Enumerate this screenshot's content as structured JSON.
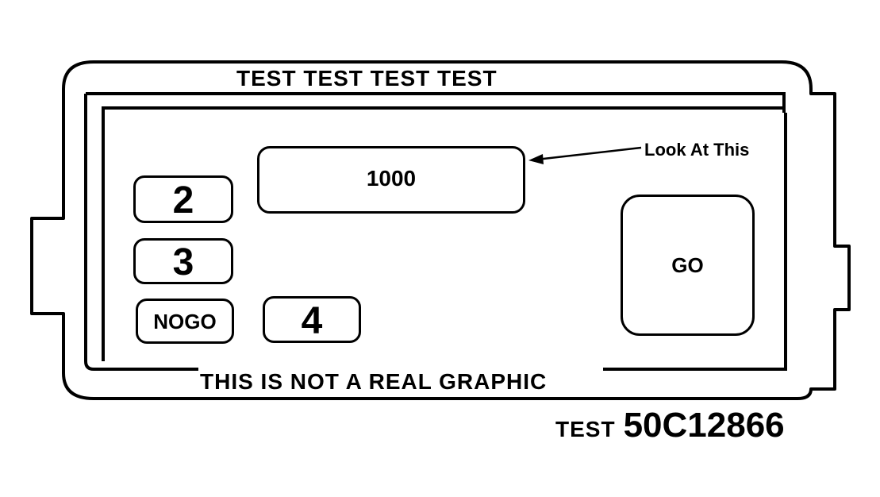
{
  "panel": {
    "top_label": "TEST TEST TEST TEST",
    "bottom_label": "THIS IS NOT A REAL GRAPHIC"
  },
  "display": {
    "value": "1000"
  },
  "annotation": {
    "text": "Look At This"
  },
  "buttons": {
    "two": "2",
    "three": "3",
    "nogo": "NOGO",
    "four": "4",
    "go": "GO"
  },
  "part": {
    "prefix": "TEST",
    "number": "50C12866"
  },
  "colors": {
    "line": "#000000",
    "background": "#ffffff"
  }
}
